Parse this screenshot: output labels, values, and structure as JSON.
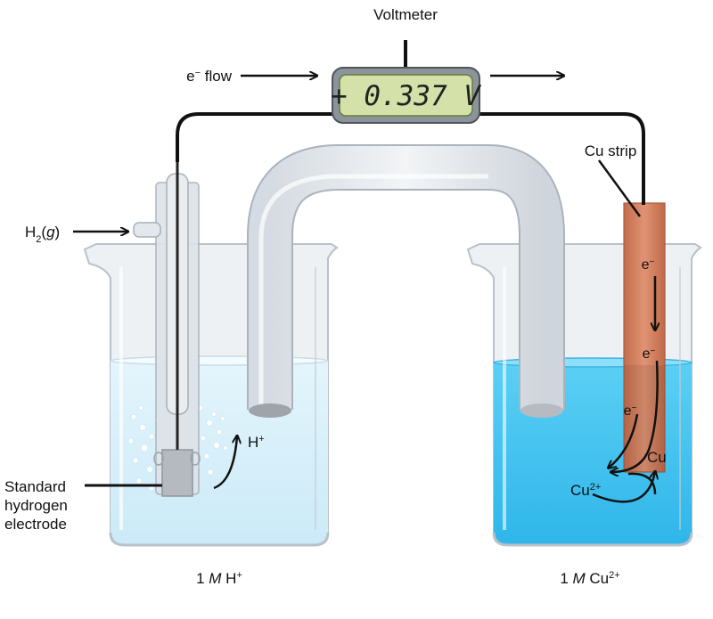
{
  "labels": {
    "voltmeter": "Voltmeter",
    "voltmeter_reading": "+ 0.337 V",
    "electron_flow": "e− flow",
    "cu_strip": "Cu strip",
    "h2_gas": "H2(g)",
    "standard_hydrogen_electrode": [
      "Standard",
      "hydrogen",
      "electrode"
    ],
    "h_plus": "H+",
    "left_solution": "1 M H+",
    "right_solution": "1 M Cu2+",
    "electron_1": "e−",
    "electron_2": "e−",
    "electron_3": "e−",
    "cu_ion": "Cu2+",
    "cu": "Cu"
  },
  "colors": {
    "left_solution": "#d8f0fb",
    "right_solution": "#44c2ef",
    "copper": "#d6805f",
    "lcd_screen": "#d4e1a8",
    "glass": "#e7ebef"
  }
}
